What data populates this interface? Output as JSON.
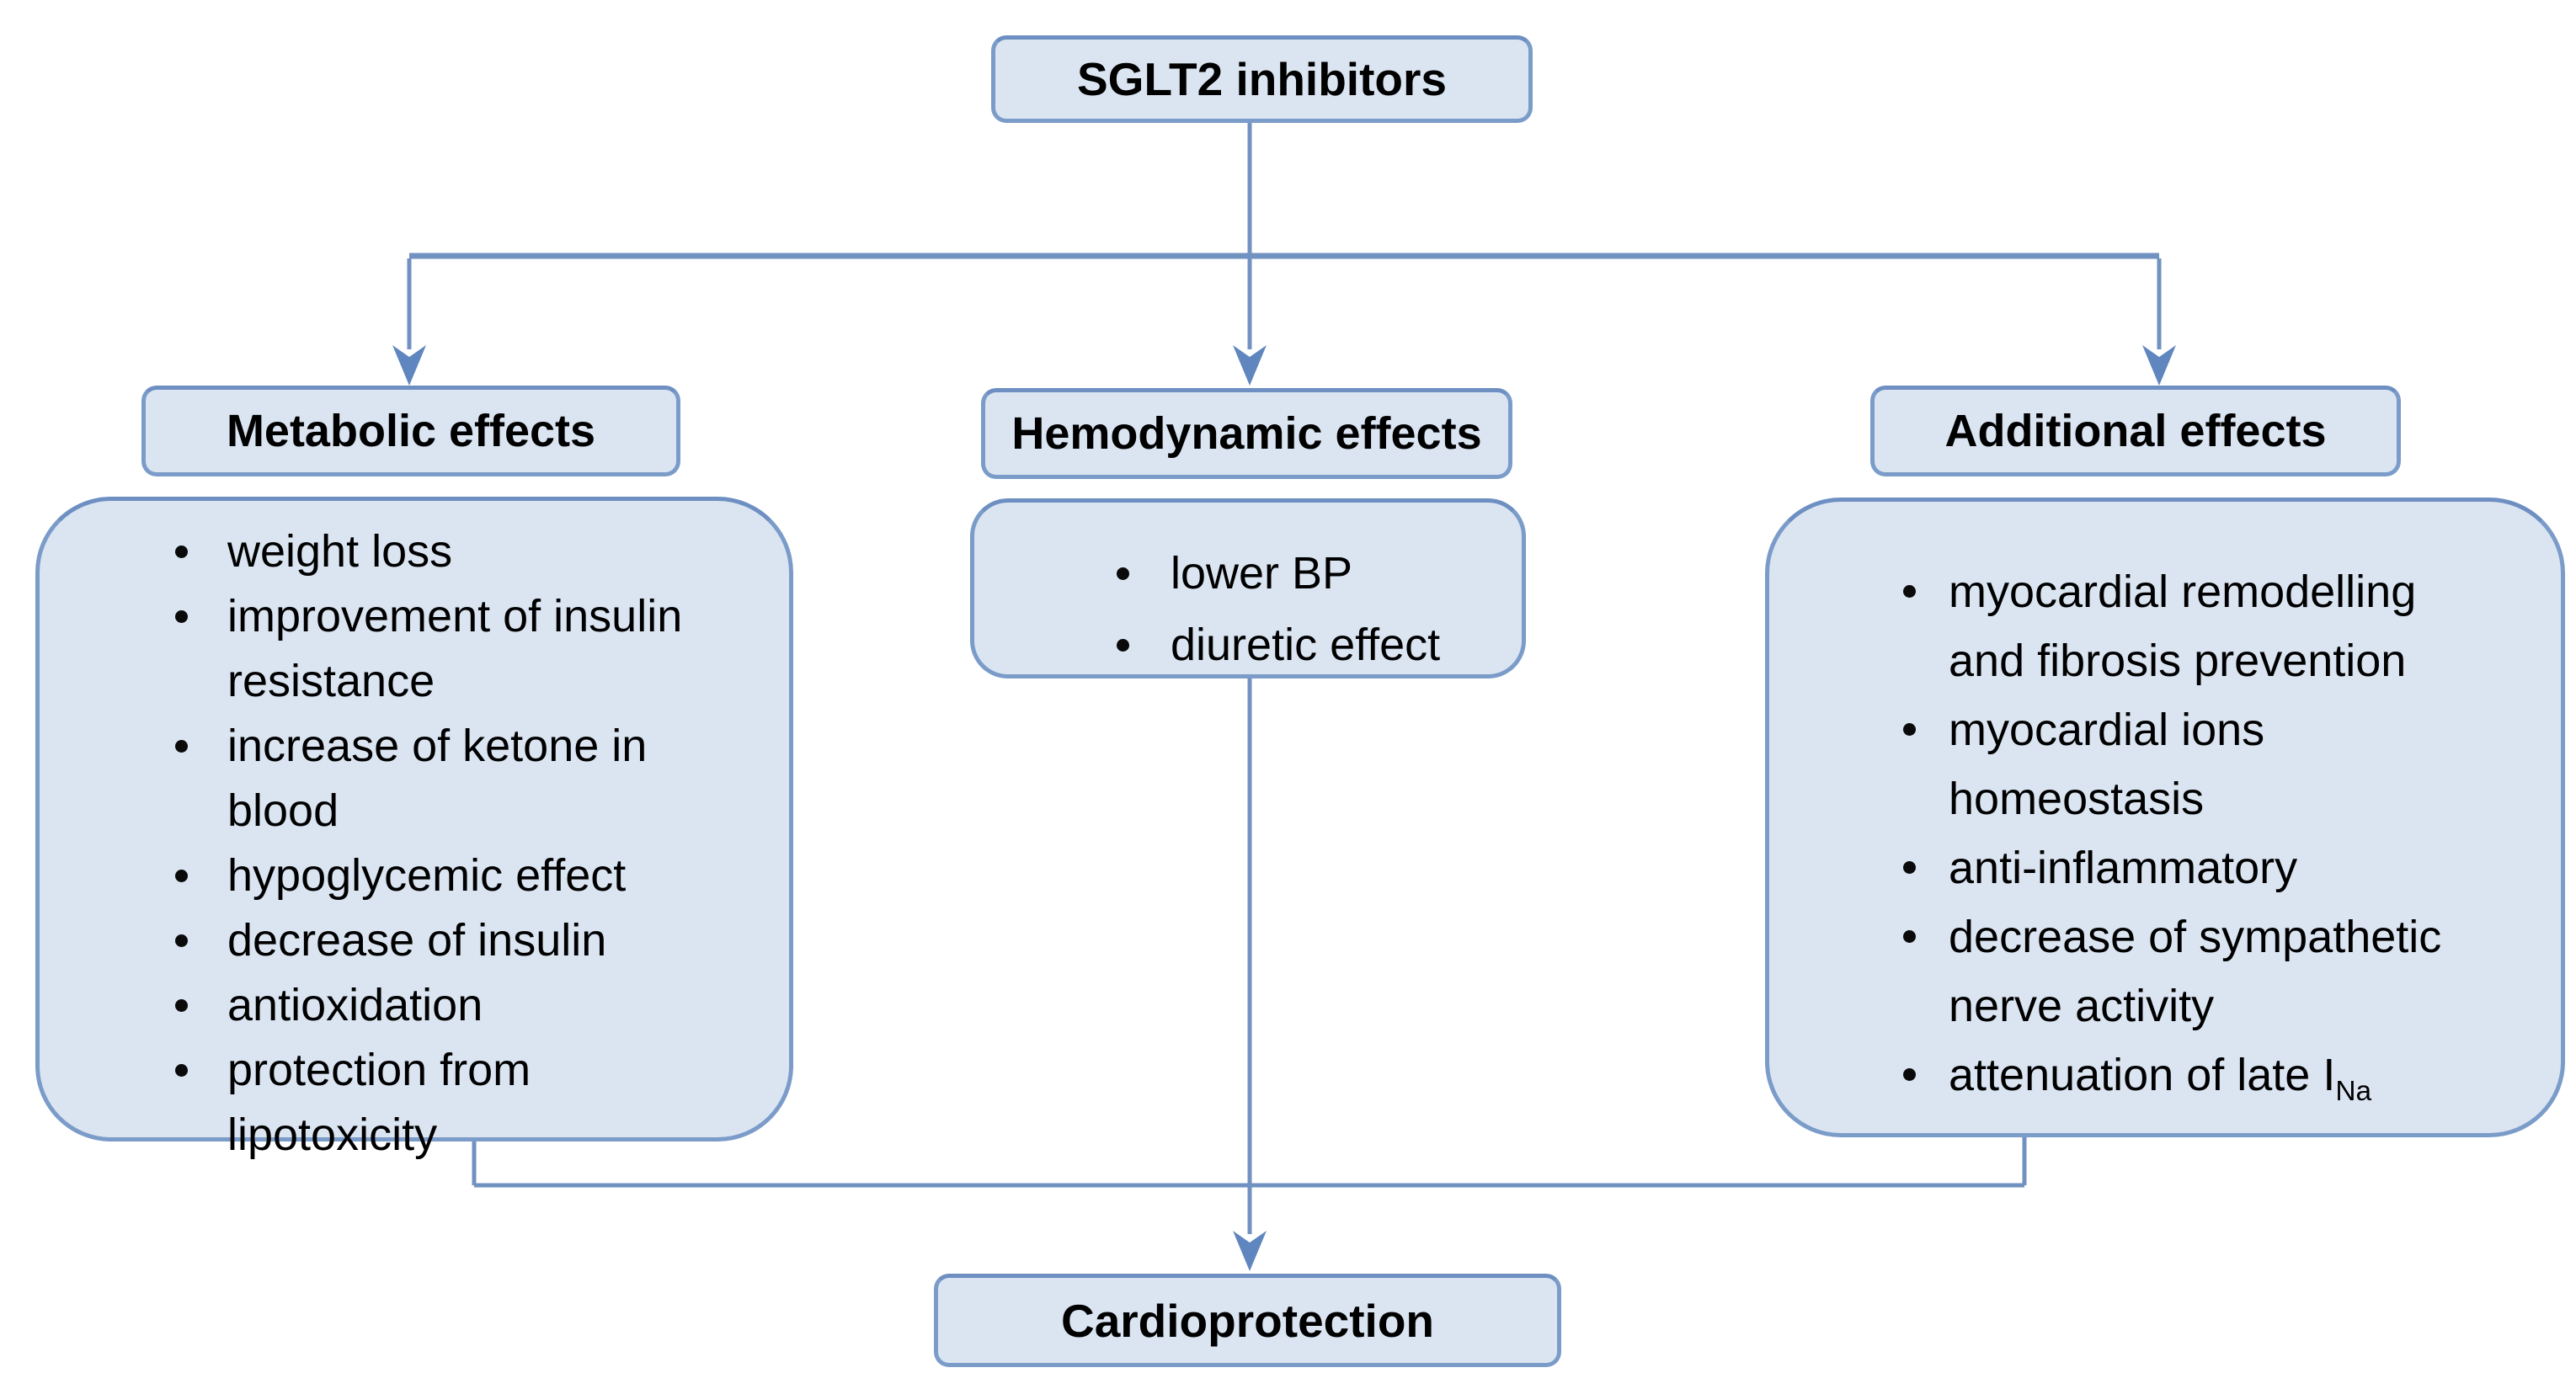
{
  "root_box": {
    "label": "SGLT2 inhibitors"
  },
  "branches": {
    "metabolic": {
      "header": "Metabolic effects",
      "items": [
        {
          "lines": [
            "weight loss"
          ]
        },
        {
          "lines": [
            "improvement of insulin",
            "resistance"
          ]
        },
        {
          "lines": [
            "increase of ketone in",
            "blood"
          ]
        },
        {
          "lines": [
            "hypoglycemic effect"
          ]
        },
        {
          "lines": [
            "decrease of insulin"
          ]
        },
        {
          "lines": [
            "antioxidation"
          ]
        },
        {
          "lines": [
            "protection from",
            "lipotoxicity"
          ]
        }
      ]
    },
    "hemodynamic": {
      "header_line1": "Hemodynamic",
      "header_line2": "effects",
      "items": [
        {
          "lines": [
            "lower BP"
          ]
        },
        {
          "lines": [
            "diuretic effect"
          ]
        }
      ]
    },
    "additional": {
      "header": "Additional effects",
      "items": [
        {
          "lines": [
            "myocardial remodelling",
            "and fibrosis prevention"
          ]
        },
        {
          "lines": [
            "myocardial ions",
            "homeostasis"
          ]
        },
        {
          "lines": [
            "anti-inflammatory"
          ]
        },
        {
          "lines": [
            "decrease of sympathetic",
            "nerve activity"
          ]
        },
        {
          "lines": [
            "attenuation of late I"
          ],
          "sub": "Na"
        }
      ]
    }
  },
  "outcome_box": {
    "label": "Cardioprotection"
  },
  "colors": {
    "box_fill": "#dbe5f2",
    "box_border": "#7b9cc9",
    "connector_line": "#7191c0",
    "arrowhead": "#5f86be",
    "text": "#000000"
  }
}
